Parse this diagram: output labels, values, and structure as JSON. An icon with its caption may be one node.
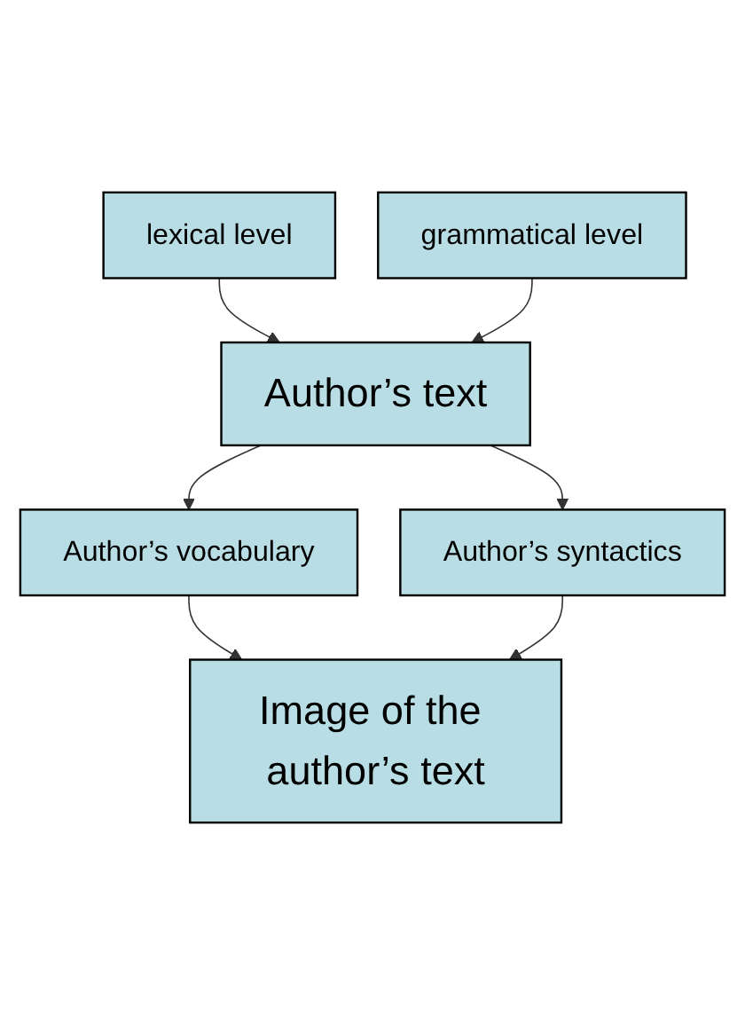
{
  "diagram": {
    "nodes": [
      {
        "text": [
          "lexical level"
        ]
      },
      {
        "text": [
          "grammatical level"
        ]
      },
      {
        "text": [
          "Author’s text"
        ]
      },
      {
        "text": [
          "Author’s vocabulary"
        ]
      },
      {
        "text": [
          "Author’s syntactics"
        ]
      },
      {
        "text": [
          "Image of the author’s text"
        ]
      }
    ],
    "edges": [
      {
        "from": 0,
        "to": 2,
        "arrow": "to"
      },
      {
        "from": 1,
        "to": 2,
        "arrow": "to"
      },
      {
        "from": 2,
        "to": 3,
        "arrow": "to"
      },
      {
        "from": 2,
        "to": 4,
        "arrow": "to"
      },
      {
        "from": 3,
        "to": 5,
        "arrow": "to"
      },
      {
        "from": 4,
        "to": 5,
        "arrow": "to"
      }
    ]
  }
}
